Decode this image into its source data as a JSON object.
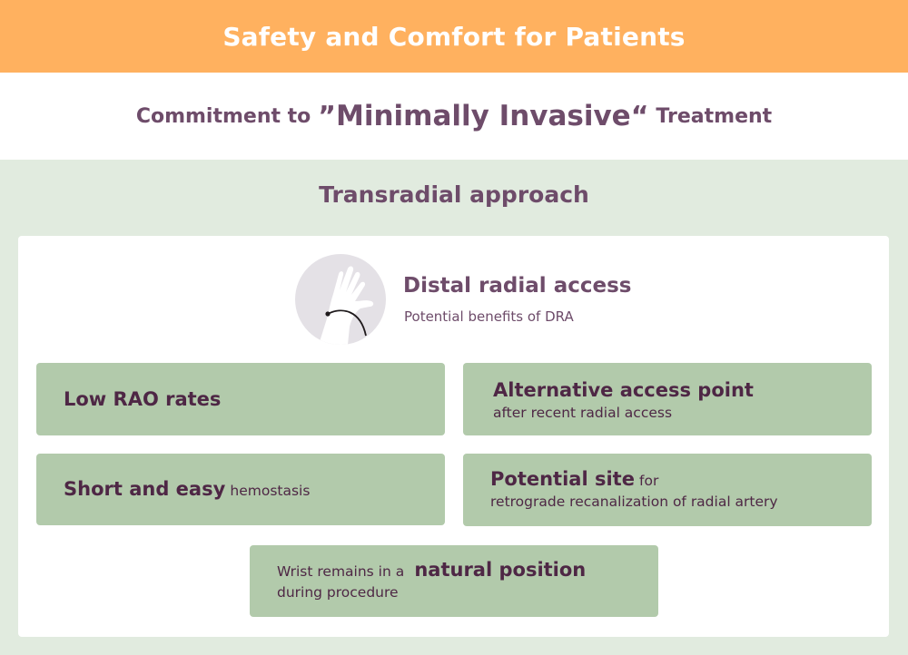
{
  "banner": {
    "title": "Safety and Comfort for Patients"
  },
  "commitment": {
    "prefix": "Commitment to",
    "open_quote": "”",
    "emphasis": "Minimally Invasive",
    "close_quote": "“",
    "suffix": "Treatment"
  },
  "approach": {
    "title": "Transradial approach"
  },
  "dra": {
    "icon": "hand-wrist-icon",
    "title": "Distal radial access",
    "subtitle": "Potential benefits of DRA"
  },
  "cards": [
    {
      "highlight": "Low RAO rates"
    },
    {
      "highlight": "Alternative access point",
      "text": "after recent radial access"
    },
    {
      "highlight": "Short and easy",
      "text": "hemostasis"
    },
    {
      "highlight": "Potential site",
      "text_inline": "for",
      "text": "retrograde recanalization of radial artery"
    },
    {
      "pre": "Wrist remains in a",
      "highlight": "natural position",
      "text": "during procedure"
    }
  ],
  "colors": {
    "banner": "#ffb15f",
    "section_bg": "#e1ebdf",
    "card_bg": "#b2caab",
    "heading_text": "#6e4c6a",
    "card_text": "#4e2745"
  }
}
